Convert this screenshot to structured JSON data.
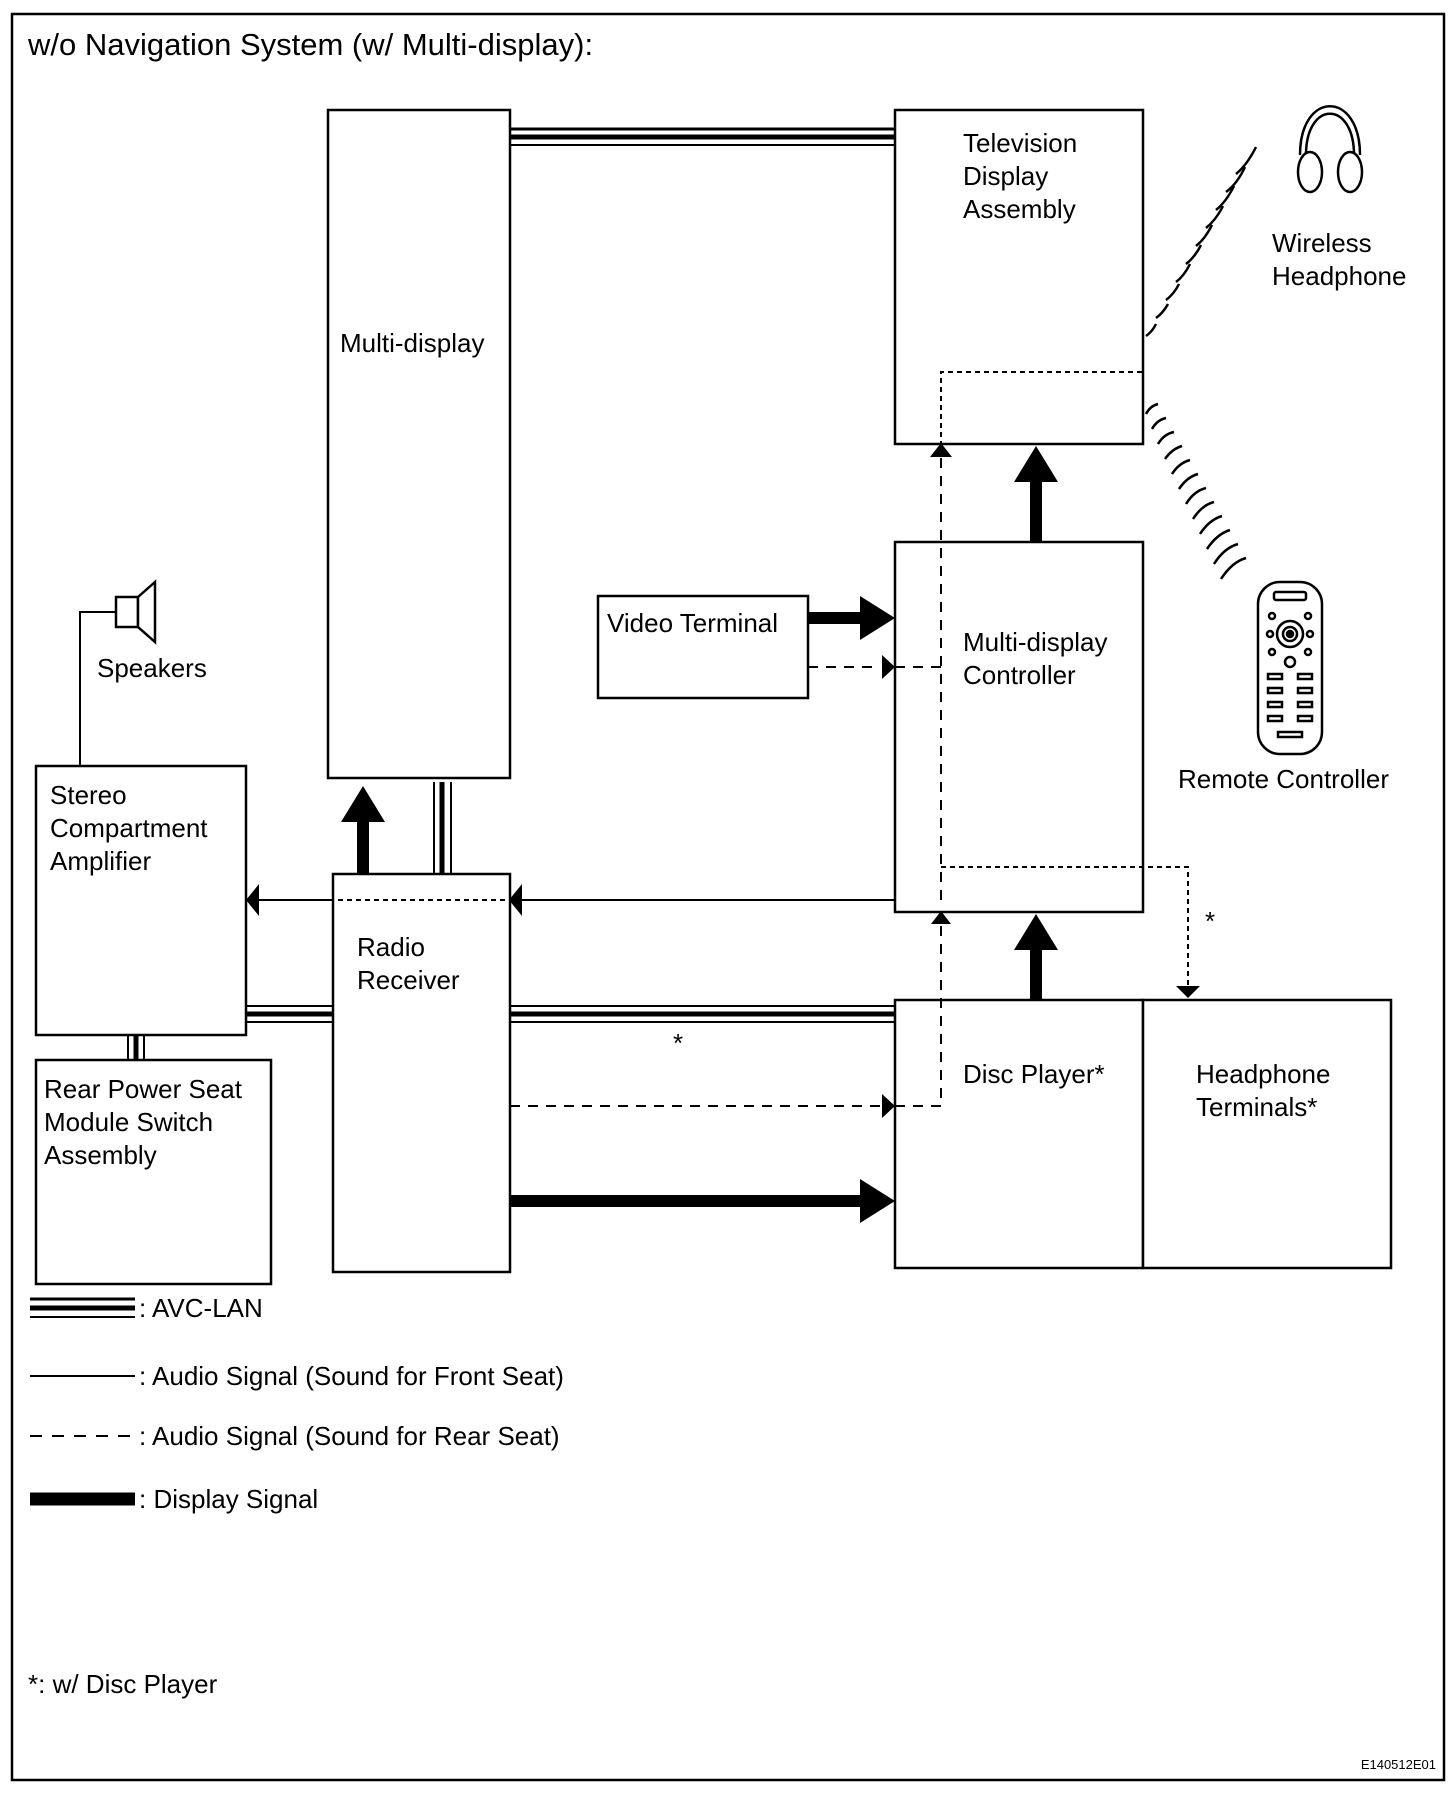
{
  "title": "w/o Navigation System (w/ Multi-display):",
  "components": {
    "multi_display": [
      "Multi-display"
    ],
    "tv_display": [
      "Television",
      "Display",
      "Assembly"
    ],
    "wireless_headphone": [
      "Wireless",
      "Headphone"
    ],
    "speakers": [
      "Speakers"
    ],
    "video_terminal": [
      "Video Terminal"
    ],
    "md_controller": [
      "Multi-display",
      "Controller"
    ],
    "remote_controller": [
      "Remote Controller"
    ],
    "stereo_amp": [
      "Stereo",
      "Compartment",
      "Amplifier"
    ],
    "radio_receiver": [
      "Radio",
      "Receiver"
    ],
    "disc_player": [
      "Disc Player*"
    ],
    "headphone_terminals": [
      "Headphone",
      "Terminals*"
    ],
    "rear_seat_switch": [
      "Rear Power Seat",
      "Module Switch",
      "Assembly"
    ]
  },
  "asterisks": [
    "*",
    "*"
  ],
  "legend": [
    {
      "style": "avc-lan",
      "label": ": AVC-LAN"
    },
    {
      "style": "solid",
      "label": ": Audio Signal (Sound for Front Seat)"
    },
    {
      "style": "dashed",
      "label": ": Audio Signal (Sound for Rear Seat)"
    },
    {
      "style": "thick",
      "label": ": Display Signal"
    }
  ],
  "footnote": "*: w/ Disc Player",
  "figure_code": "E140512E01"
}
